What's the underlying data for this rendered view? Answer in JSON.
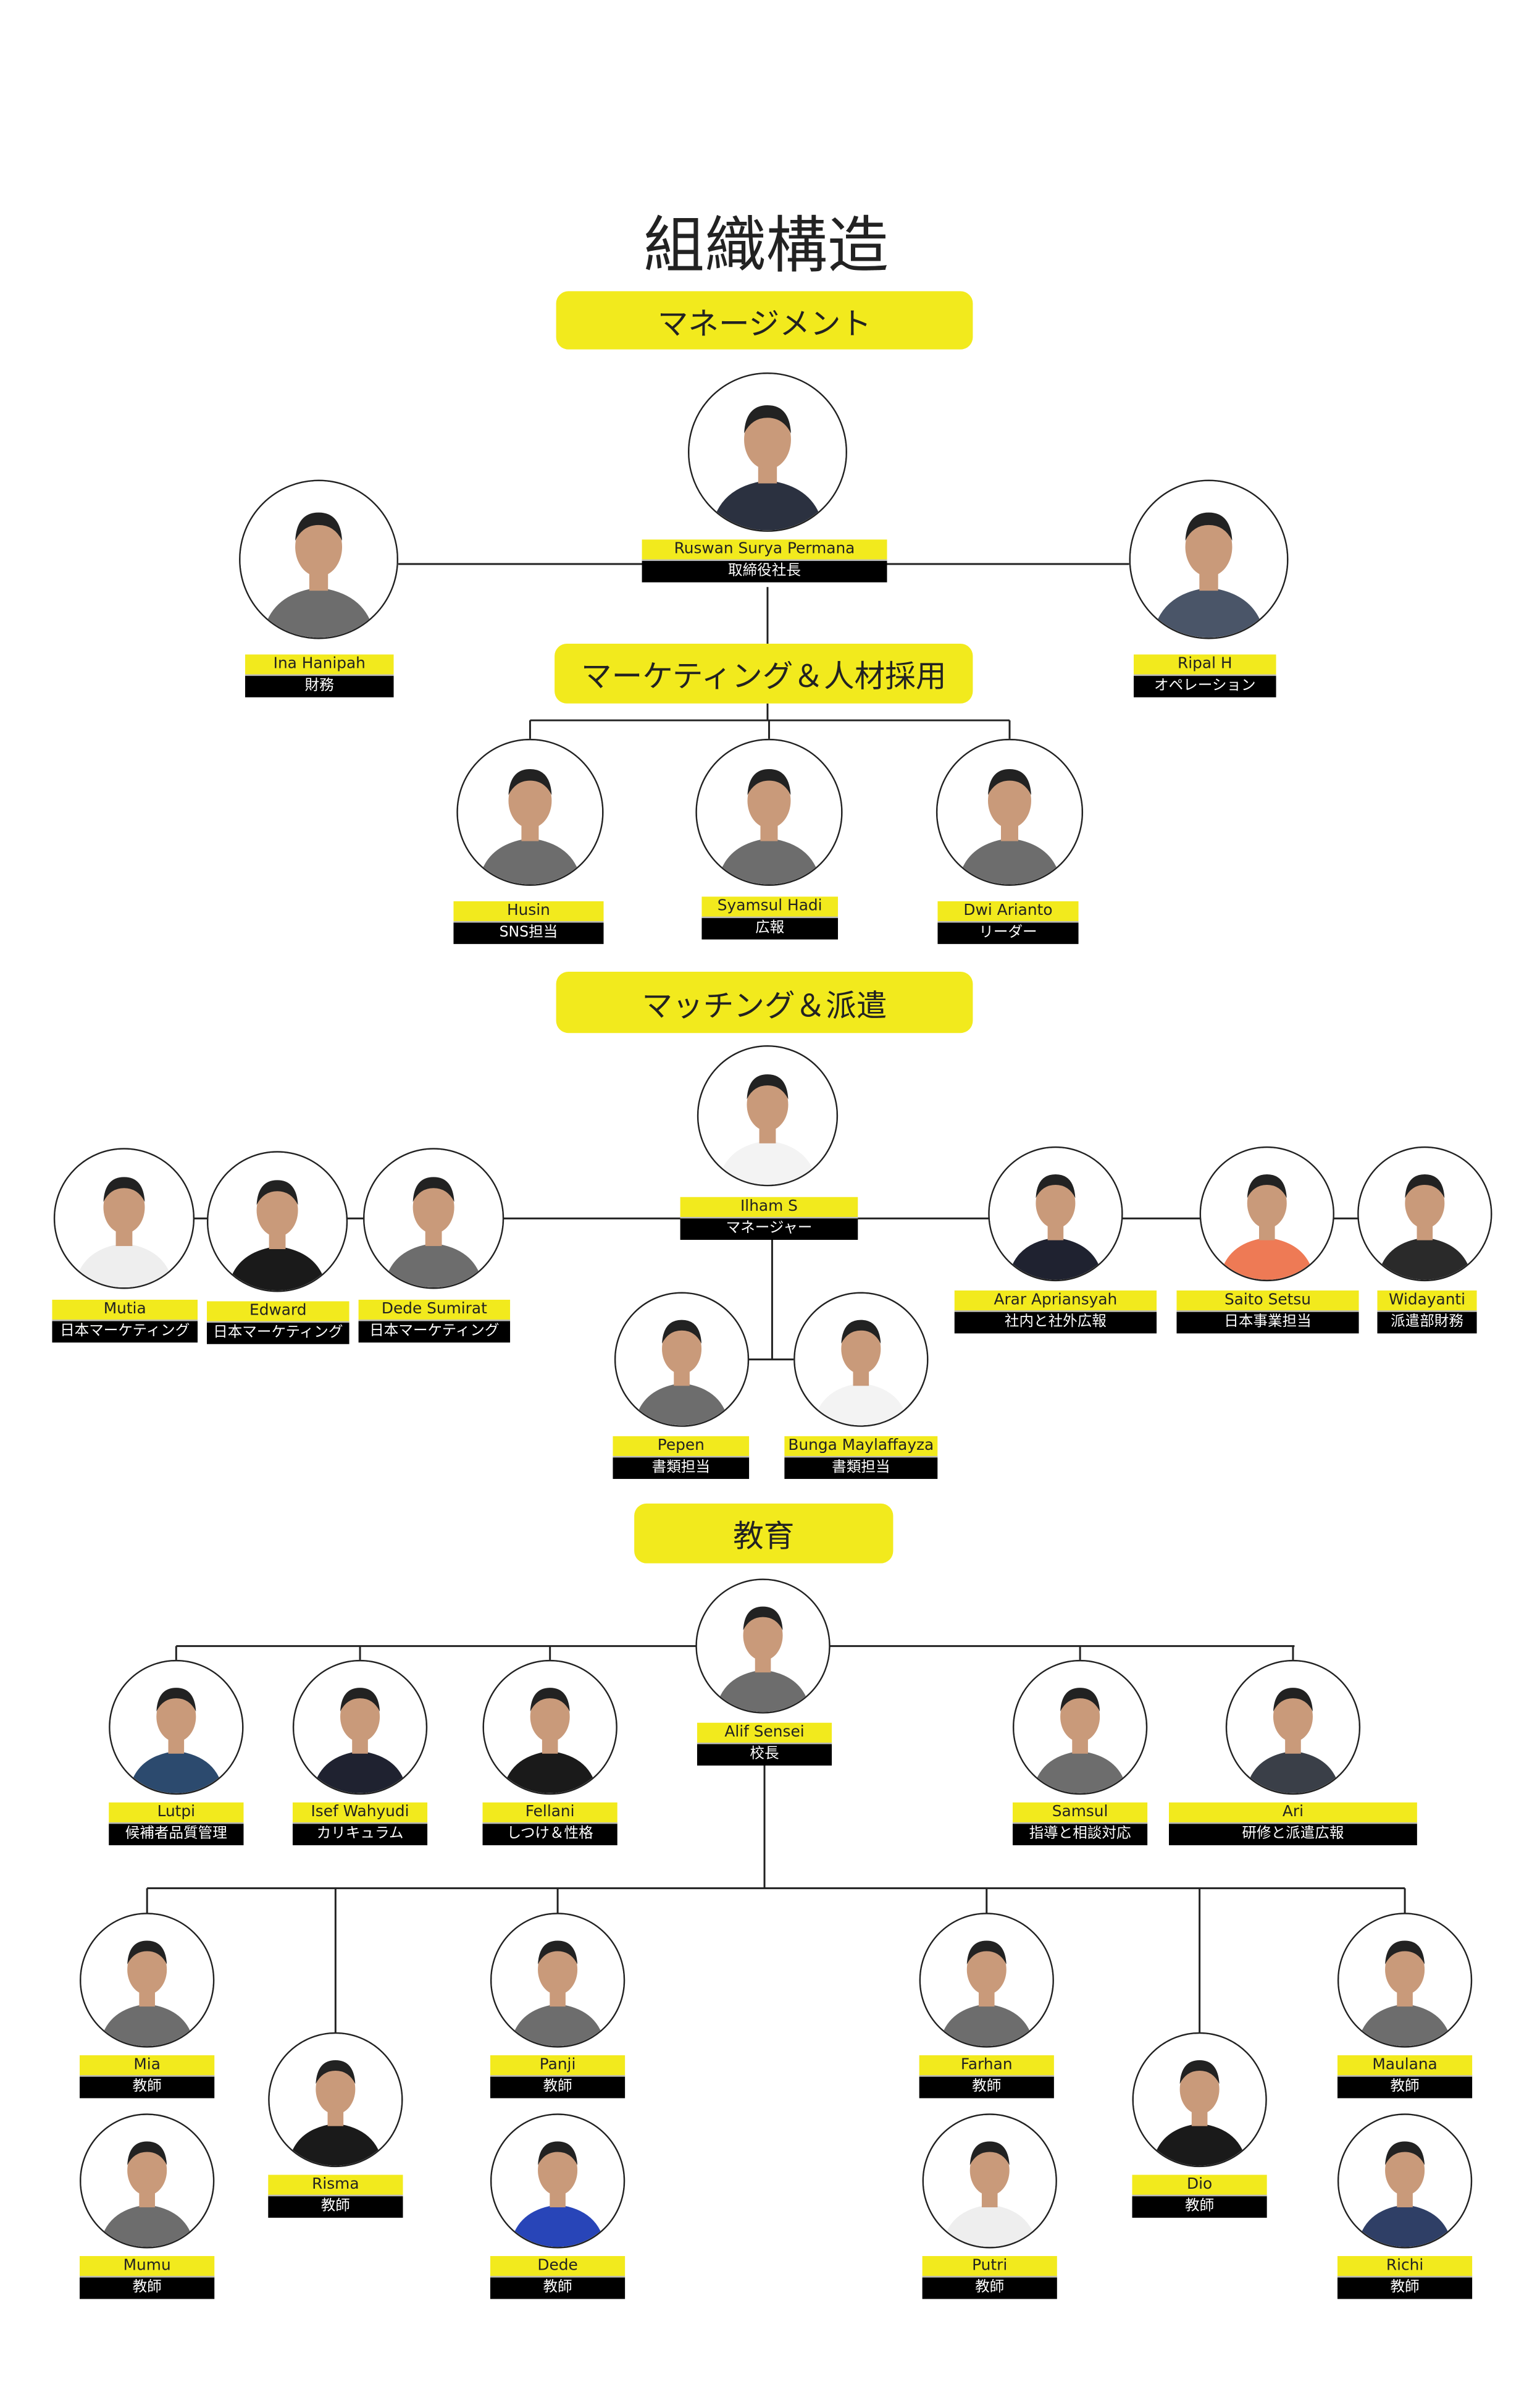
{
  "title": "組織構造",
  "sections": {
    "management": "マネージメント",
    "marketing": "マーケティング＆人材採用",
    "matching": "マッチング＆派遣",
    "education": "教育"
  },
  "colors": {
    "accent": "#f2ea1d",
    "role_bg": "#000000"
  },
  "people": [
    {
      "name": "Ruswan Surya Permana",
      "role": "取締役社長",
      "shirt": "#2b3140"
    },
    {
      "name": "Ina Hanipah",
      "role": "財務",
      "shirt": "#6d6d6d"
    },
    {
      "name": "Ripal H",
      "role": "オペレーション",
      "shirt": "#4a5568"
    },
    {
      "name": "Husin",
      "role": "SNS担当",
      "shirt": "#6d6d6d"
    },
    {
      "name": "Syamsul Hadi",
      "role": "広報",
      "shirt": "#6d6d6d"
    },
    {
      "name": "Dwi Arianto",
      "role": "リーダー",
      "shirt": "#6d6d6d"
    },
    {
      "name": "Ilham S",
      "role": "マネージャー",
      "shirt": "#f3f3f3"
    },
    {
      "name": "Mutia",
      "role": "日本マーケティング",
      "shirt": "#eeeeee"
    },
    {
      "name": "Edward",
      "role": "日本マーケティング",
      "shirt": "#1a1a1a"
    },
    {
      "name": "Dede Sumirat",
      "role": "日本マーケティング",
      "shirt": "#6d6d6d"
    },
    {
      "name": "Arar Apriansyah",
      "role": "社内と社外広報",
      "shirt": "#1f2230"
    },
    {
      "name": "Saito Setsu",
      "role": "日本事業担当",
      "shirt": "#ee7a55"
    },
    {
      "name": "Widayanti",
      "role": "派遣部財務",
      "shirt": "#2a2a2a"
    },
    {
      "name": "Pepen",
      "role": "書類担当",
      "shirt": "#6d6d6d"
    },
    {
      "name": "Bunga Maylaffayza",
      "role": "書類担当",
      "shirt": "#f3f3f3"
    },
    {
      "name": "Alif Sensei",
      "role": "校長",
      "shirt": "#6d6d6d"
    },
    {
      "name": "Lutpi",
      "role": "候補者品質管理",
      "shirt": "#2c4a6e"
    },
    {
      "name": "Isef Wahyudi",
      "role": "カリキュラム",
      "shirt": "#1f2230"
    },
    {
      "name": "Fellani",
      "role": "しつけ＆性格",
      "shirt": "#1a1a1a"
    },
    {
      "name": "Samsul",
      "role": "指導と相談対応",
      "shirt": "#6d6d6d"
    },
    {
      "name": "Ari",
      "role": "研修と派遣広報",
      "shirt": "#3a3f48"
    },
    {
      "name": "Mia",
      "role": "教師",
      "shirt": "#6d6d6d"
    },
    {
      "name": "Mumu",
      "role": "教師",
      "shirt": "#6d6d6d"
    },
    {
      "name": "Risma",
      "role": "教師",
      "shirt": "#1a1a1a"
    },
    {
      "name": "Panji",
      "role": "教師",
      "shirt": "#6d6d6d"
    },
    {
      "name": "Dede",
      "role": "教師",
      "shirt": "#2845b8"
    },
    {
      "name": "Farhan",
      "role": "教師",
      "shirt": "#6d6d6d"
    },
    {
      "name": "Putri",
      "role": "教師",
      "shirt": "#eeeeee"
    },
    {
      "name": "Dio",
      "role": "教師",
      "shirt": "#1a1a1a"
    },
    {
      "name": "Maulana",
      "role": "教師",
      "shirt": "#6d6d6d"
    },
    {
      "name": "Richi",
      "role": "教師",
      "shirt": "#2f3f66"
    }
  ]
}
